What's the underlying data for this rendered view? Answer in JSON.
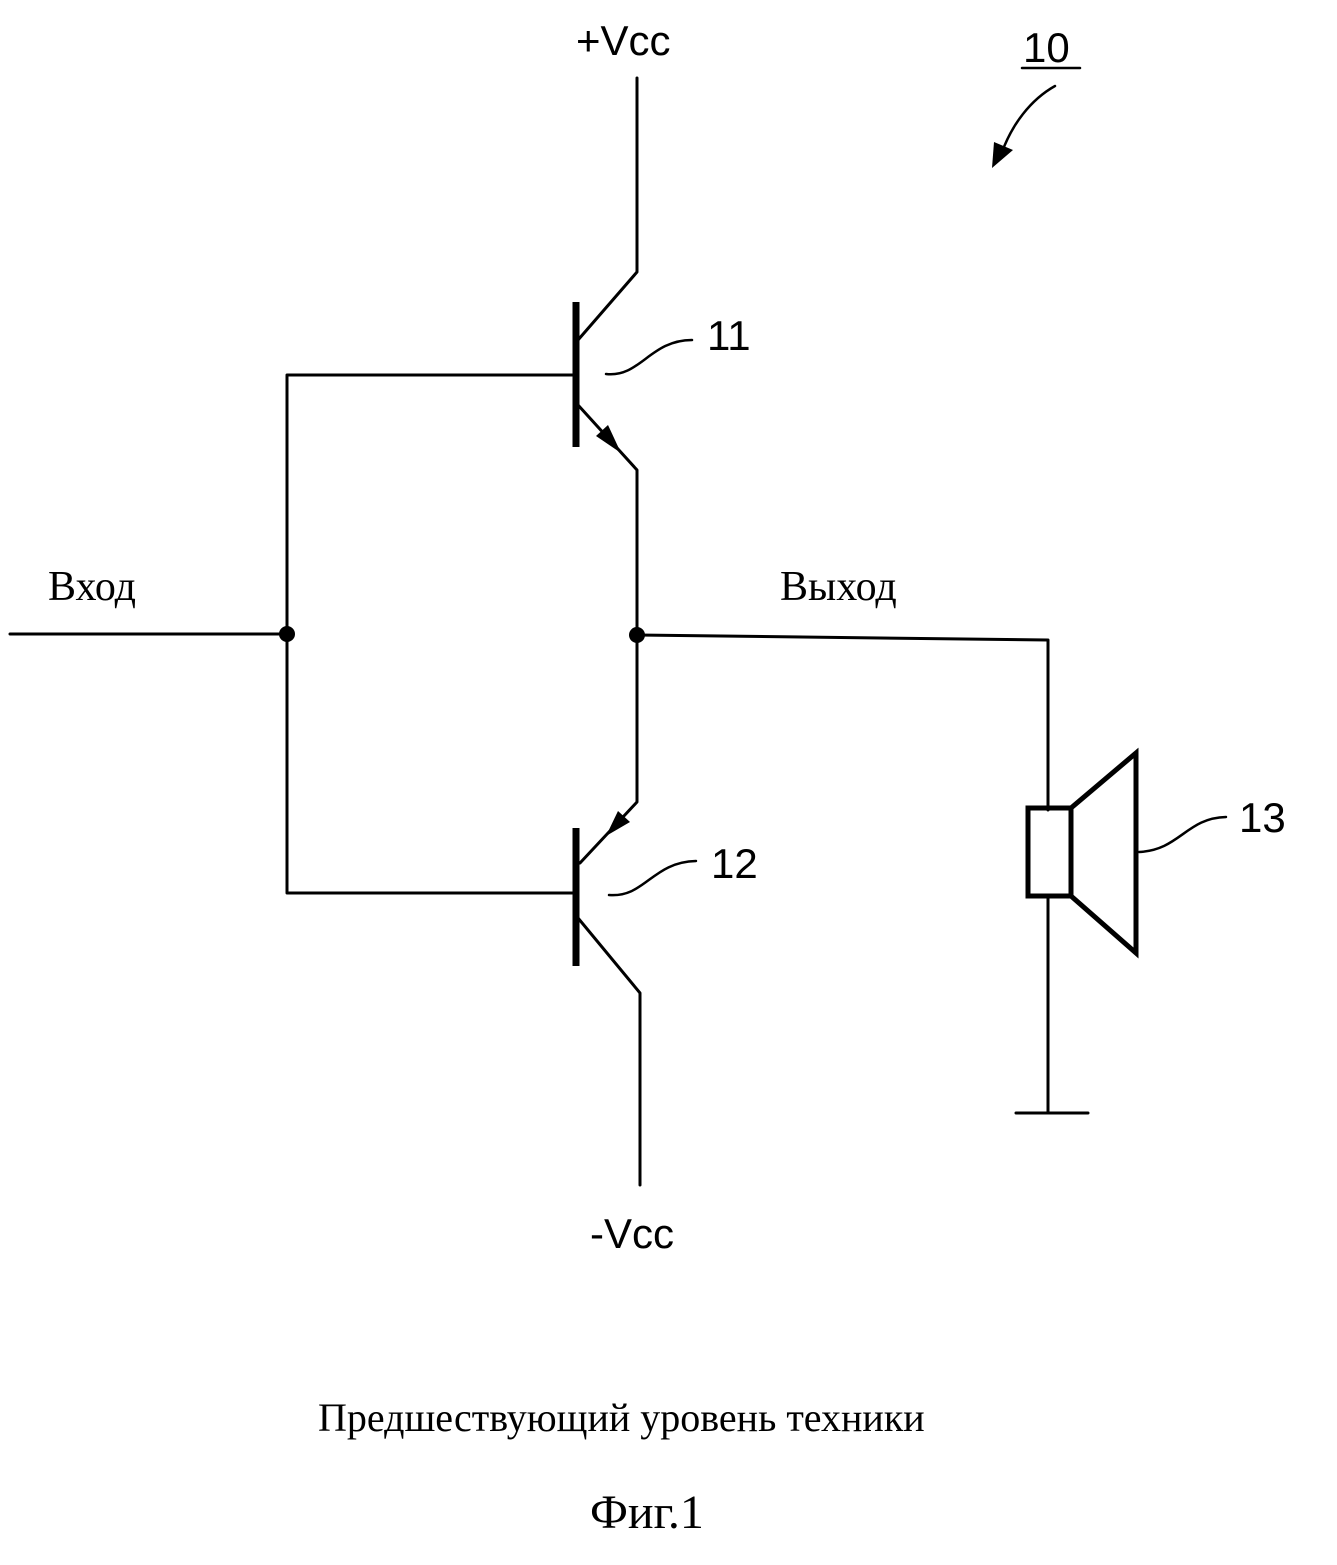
{
  "figure": {
    "ref_number": "10",
    "supply_positive": "+Vcc",
    "supply_negative": "-Vcc",
    "input_label": "Вход",
    "output_label": "Выход",
    "transistor_top_ref": "11",
    "transistor_bottom_ref": "12",
    "speaker_ref": "13",
    "caption": "Предшествующий уровень техники",
    "figure_label": "Фиг.1"
  },
  "colors": {
    "line": "#000000",
    "background": "#ffffff"
  },
  "icons": {
    "transistor_top": "npn-transistor-icon",
    "transistor_bottom": "pnp-transistor-icon",
    "speaker": "speaker-icon",
    "ground": "ground-icon"
  }
}
